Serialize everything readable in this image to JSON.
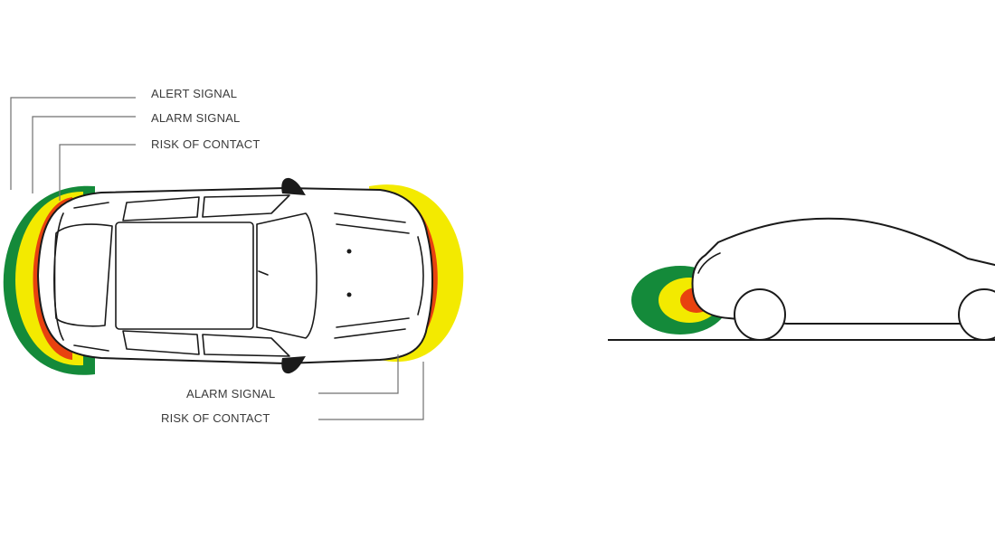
{
  "labels": {
    "front_alert": "ALERT SIGNAL",
    "front_alarm": "ALARM SIGNAL",
    "front_risk": "RISK OF CONTACT",
    "rear_alarm": "ALARM SIGNAL",
    "rear_risk": "RISK OF CONTACT"
  },
  "zone_colors": {
    "alert": "#148a3a",
    "alarm": "#f3ea00",
    "risk": "#e8420f"
  }
}
